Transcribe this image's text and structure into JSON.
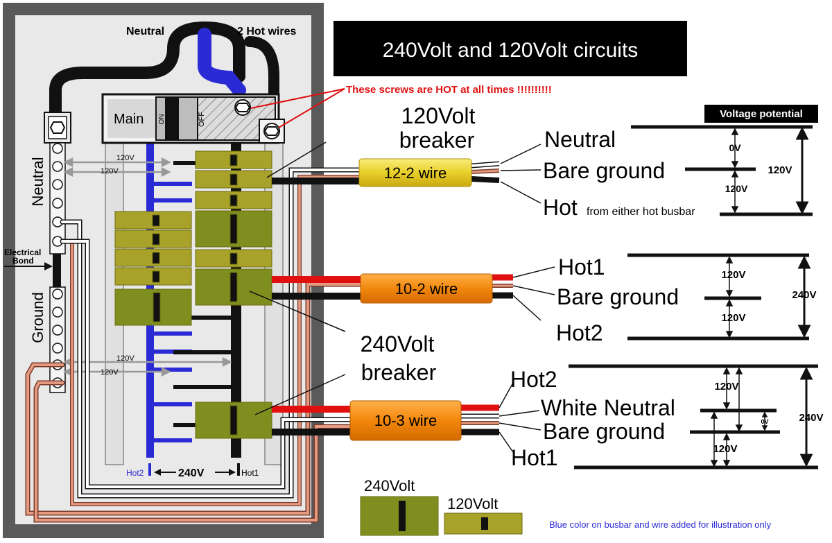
{
  "banner": {
    "title": "240Volt and 120Volt circuits"
  },
  "warning": "These screws are HOT at all times !!!!!!!!!!",
  "panel": {
    "main_label": "Main",
    "switch_on": "ON",
    "switch_off": "OFF",
    "neutral_top": "Neutral",
    "hot_wires_top": "2 Hot wires",
    "neutral_bar": "Neutral",
    "ground_bar": "Ground",
    "bond_line1": "Electrical",
    "bond_line2": "Bond",
    "v_a": "120V",
    "v_b": "120V",
    "v_c": "120V",
    "v_d": "120V",
    "hot2": "Hot2",
    "hot1": "Hot1",
    "v240": "240V"
  },
  "callouts": {
    "breaker120_l1": "120Volt",
    "breaker120_l2": "breaker",
    "breaker240_l1": "240Volt",
    "breaker240_l2": "breaker"
  },
  "cables": {
    "c1": "12-2 wire",
    "c2": "10-2 wire",
    "c3": "10-3 wire"
  },
  "circuit1": {
    "neutral": "Neutral",
    "ground": "Bare ground",
    "hot": "Hot",
    "hot_note": "from either hot busbar",
    "header": "Voltage potential",
    "v0": "0V",
    "v120a": "120V",
    "v120total": "120V"
  },
  "circuit2": {
    "hot1": "Hot1",
    "ground": "Bare ground",
    "hot2": "Hot2",
    "v120a": "120V",
    "v120b": "120V",
    "v240": "240V"
  },
  "circuit3": {
    "hot2": "Hot2",
    "neutral": "White Neutral",
    "ground": "Bare ground",
    "hot1": "Hot1",
    "v120a": "120V",
    "v120b": "120V",
    "v0": "0V",
    "v240": "240V"
  },
  "legend": {
    "label240": "240Volt",
    "label120": "120Volt",
    "note": "Blue color on busbar and wire added for illustration only"
  },
  "colors": {
    "breaker_dark": "#7f8f1f",
    "breaker_light": "#a8a12a",
    "busbar_blue": "#2b2bd6",
    "cable12": "#e9d23a",
    "cable10": "#f28a0a",
    "ground_copper": "#d9826a",
    "warning_red": "#e01010"
  }
}
